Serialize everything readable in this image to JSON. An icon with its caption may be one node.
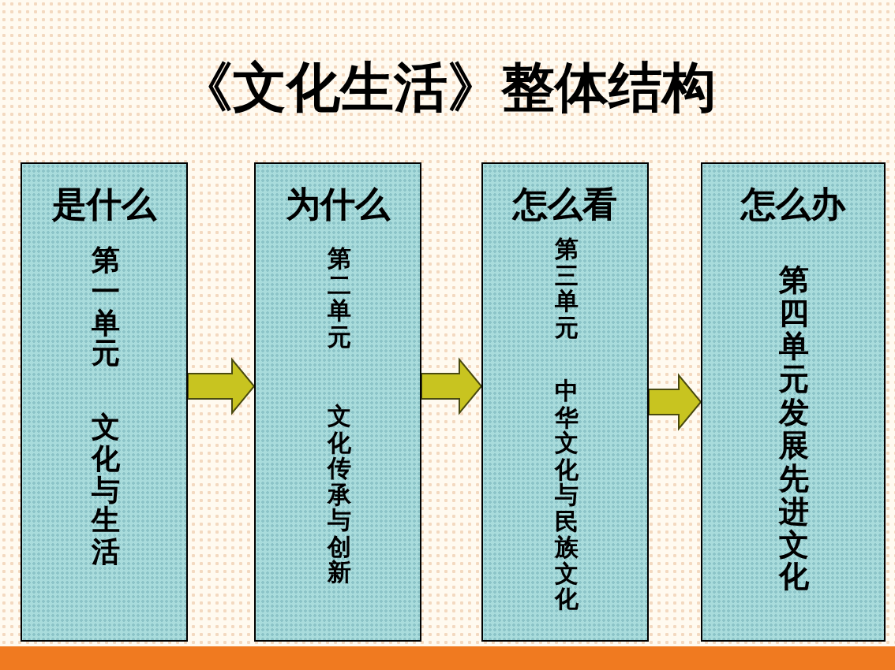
{
  "diagram": {
    "title": "《文化生活》整体结构",
    "nodes": [
      {
        "text": [
          "是什么",
          "第一单元",
          "文化与生活"
        ]
      },
      {
        "text": [
          "为什么",
          "第二单元",
          "文化传承与创新"
        ]
      },
      {
        "text": [
          "怎么看",
          "第三单元",
          "中华文化与民族文化"
        ]
      },
      {
        "text": [
          "怎么办",
          "第四单元",
          "发展先进文化"
        ]
      }
    ],
    "edges": [
      {
        "from": 0,
        "to": 1,
        "arrow": "to"
      },
      {
        "from": 1,
        "to": 2,
        "arrow": "to"
      },
      {
        "from": 2,
        "to": 3,
        "arrow": "to"
      }
    ]
  }
}
